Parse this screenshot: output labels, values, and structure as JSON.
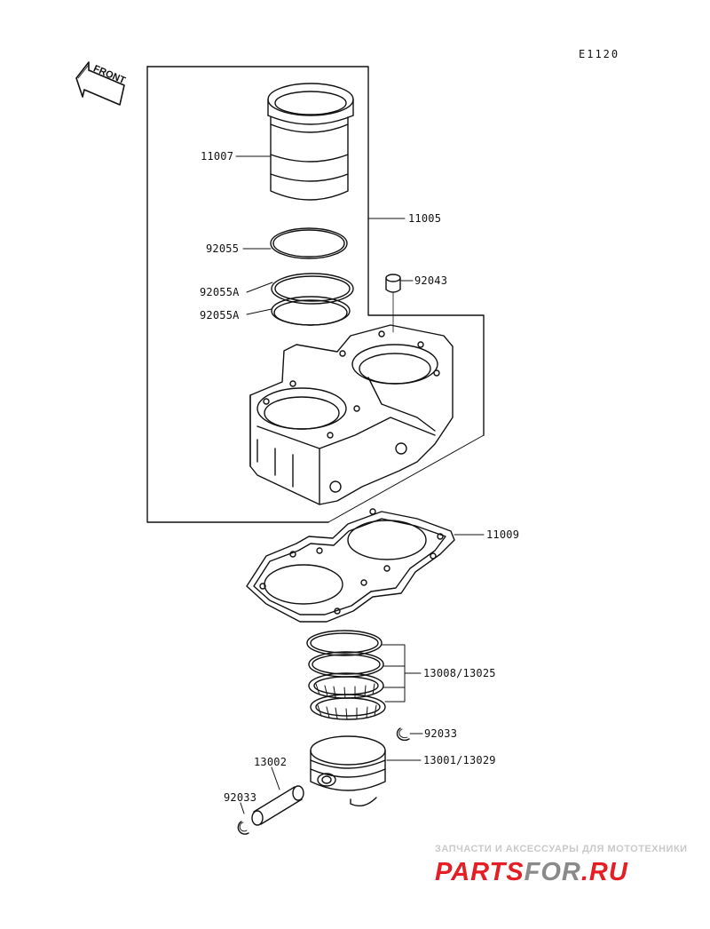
{
  "diagram": {
    "reference": "E1120",
    "front_label": "FRONT",
    "parts": [
      {
        "id": "cylinder_liner",
        "number": "11007"
      },
      {
        "id": "cylinder_block",
        "number": "11005"
      },
      {
        "id": "o_ring_upper",
        "number": "92055"
      },
      {
        "id": "o_ring_middle",
        "number": "92055A"
      },
      {
        "id": "o_ring_lower",
        "number": "92055A"
      },
      {
        "id": "dowel_pin",
        "number": "92043"
      },
      {
        "id": "base_gasket",
        "number": "11009"
      },
      {
        "id": "piston_rings",
        "number": "13008/13025"
      },
      {
        "id": "circlip_right",
        "number": "92033"
      },
      {
        "id": "piston",
        "number": "13001/13029"
      },
      {
        "id": "piston_pin",
        "number": "13002"
      },
      {
        "id": "circlip_left",
        "number": "92033"
      }
    ]
  },
  "watermark": {
    "caption": "ЗАПЧАСТИ И АКСЕССУАРЫ ДЛЯ МОТОТЕХНИКИ",
    "logo_part1": "PARTS",
    "logo_part2": "FOR",
    "logo_part3": ".RU",
    "color_red": "#e31e24",
    "color_gray": "#8a8a8a"
  }
}
